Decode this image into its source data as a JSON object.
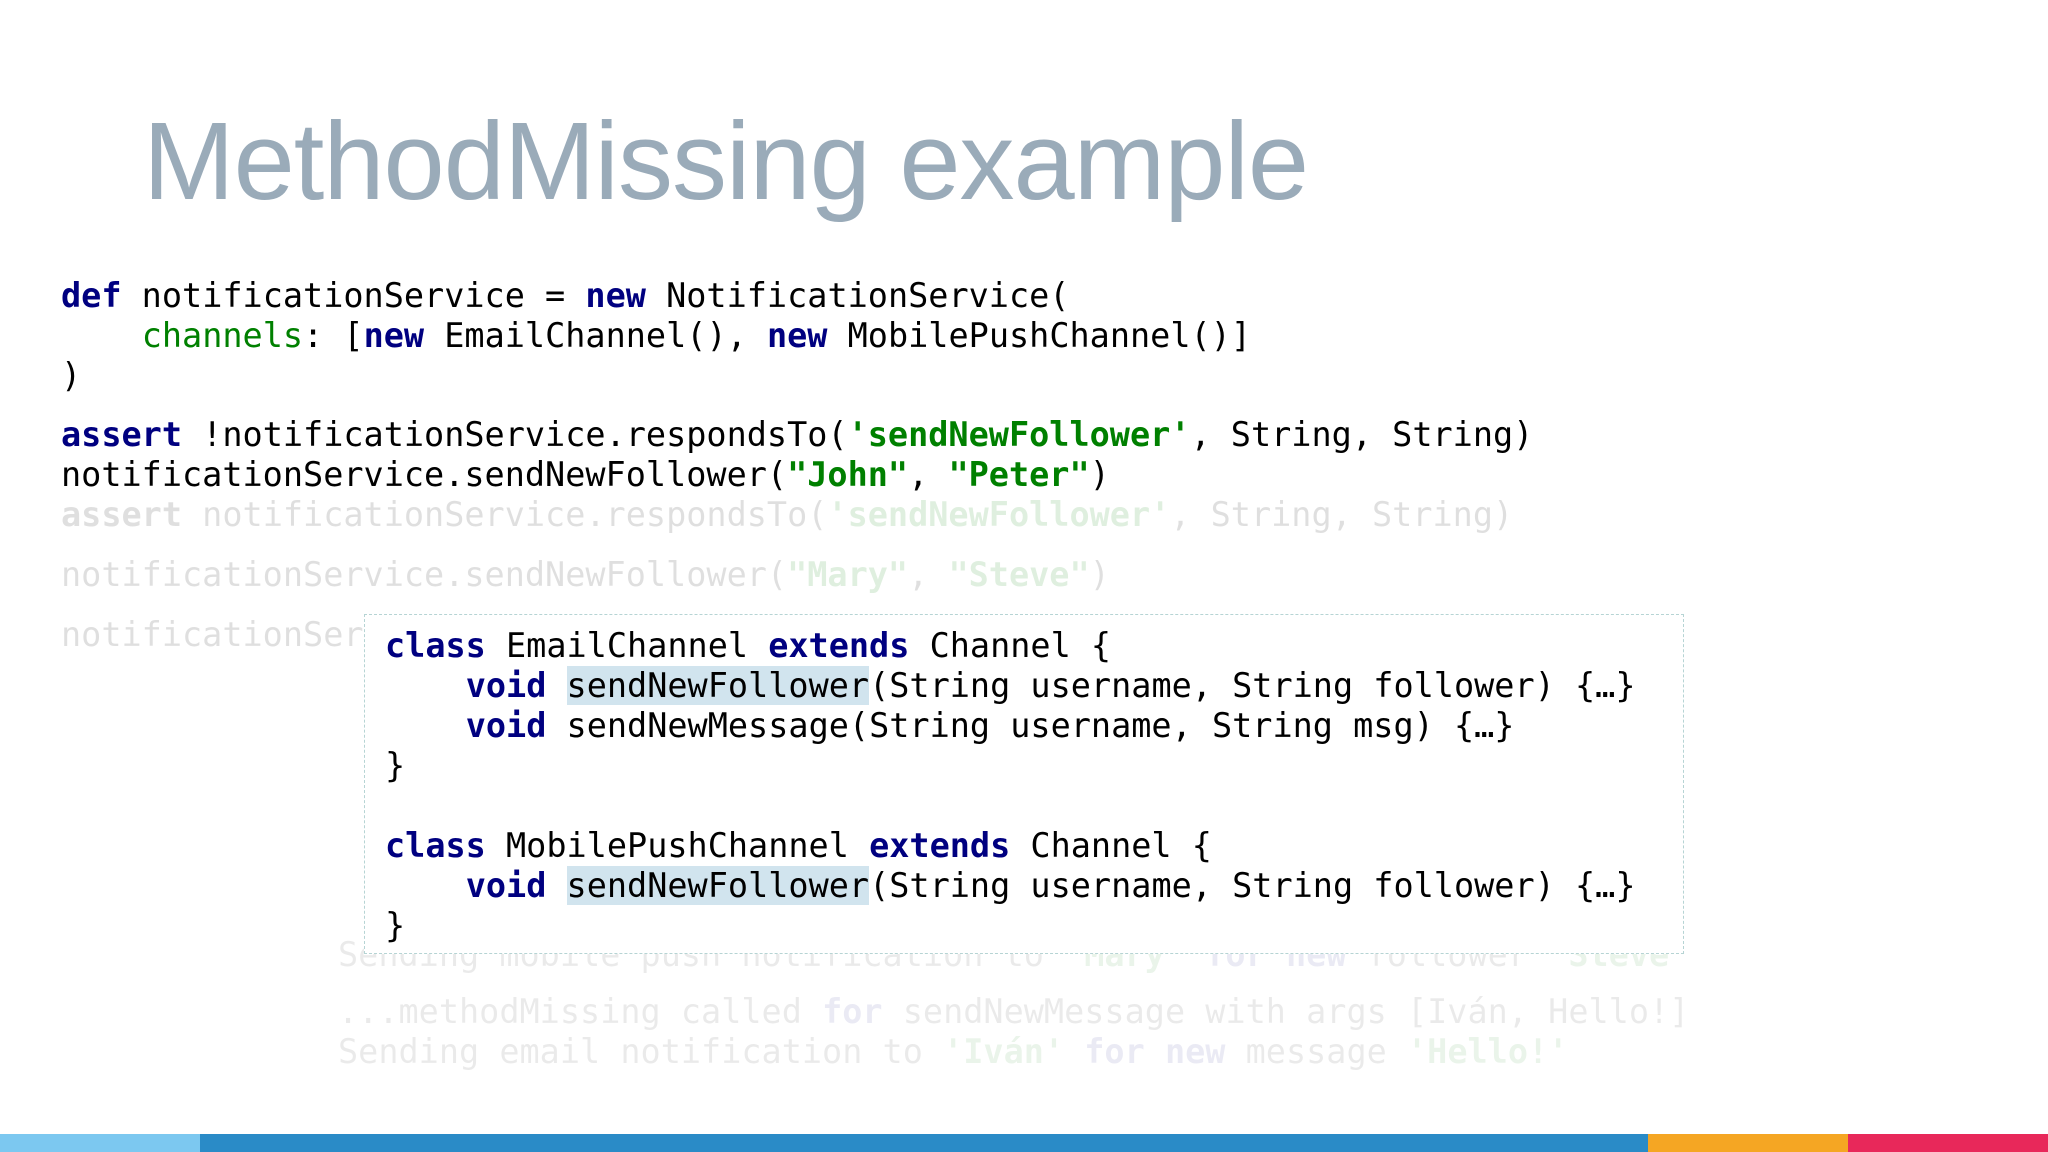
{
  "title": "MethodMissing example",
  "code": {
    "l1": {
      "kw1": "def",
      "t1": " notificationService = ",
      "kw2": "new",
      "t2": " NotificationService("
    },
    "l2": {
      "indent": "    ",
      "named": "channels",
      "t1": ": [",
      "kw1": "new",
      "t2": " EmailChannel(), ",
      "kw2": "new",
      "t3": " MobilePushChannel()]"
    },
    "l3": {
      "t1": ")"
    },
    "l4": {
      "kw1": "assert",
      "t1": " !notificationService.respondsTo(",
      "s1": "'sendNewFollower'",
      "t2": ", String, String)"
    },
    "l5": {
      "t1": "notificationService.sendNewFollower(",
      "s1": "\"John\"",
      "t2": ", ",
      "s2": "\"Peter\"",
      "t3": ")"
    },
    "l6": {
      "kw1": "assert",
      "t1": " notificationService.respondsTo(",
      "s1": "'sendNewFollower'",
      "t2": ", String, String)"
    },
    "l7": {
      "t1": "notificationService.sendNewFollower(",
      "s1": "\"Mary\"",
      "t2": ", ",
      "s2": "\"Steve\"",
      "t3": ")"
    },
    "l8": {
      "t1": "notificationSer"
    }
  },
  "console": {
    "c1": {
      "t1": "Sending mobile push notification to ",
      "s1": "'Mary'",
      "t2": " ",
      "kw1": "for",
      "t3": " ",
      "kw2": "new",
      "t4": " follower ",
      "s2": "'Steve'"
    },
    "c2": {
      "t1": "...methodMissing called ",
      "kw1": "for",
      "t2": " sendNewMessage with args [Iván, Hello!]"
    },
    "c3": {
      "t1": "Sending email notification to ",
      "s1": "'Iván'",
      "t2": " ",
      "kw1": "for",
      "t3": " ",
      "kw2": "new",
      "t4": " message ",
      "s2": "'Hello!'"
    }
  },
  "popup": {
    "p1": {
      "kw1": "class",
      "t1": " EmailChannel ",
      "kw2": "extends",
      "t2": " Channel {"
    },
    "p2": {
      "indent": "    ",
      "kw1": "void",
      "t1": " ",
      "hl": "sendNewFollower",
      "t2": "(String username, String follower) {…}"
    },
    "p3": {
      "indent": "    ",
      "kw1": "void",
      "t1": " sendNewMessage(String username, String msg) {…}"
    },
    "p4": {
      "t1": "}"
    },
    "p5": {
      "kw1": "class",
      "t1": " MobilePushChannel ",
      "kw2": "extends",
      "t2": " Channel {"
    },
    "p6": {
      "indent": "    ",
      "kw1": "void",
      "t1": " ",
      "hl": "sendNewFollower",
      "t2": "(String username, String follower) {…}"
    },
    "p7": {
      "t1": "}"
    }
  },
  "colors": {
    "title": "#9aabb9",
    "keyword": "#000080",
    "string": "#008000",
    "highlight": "#d1e4ee",
    "bar_light_blue": "#7cc8f0",
    "bar_blue": "#2a8bc7",
    "bar_orange": "#f5a623",
    "bar_red": "#e8285a"
  }
}
